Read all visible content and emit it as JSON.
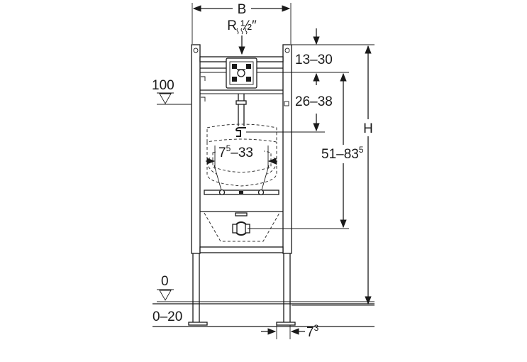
{
  "dimensions": {
    "width_label": "B",
    "height_label": "H",
    "connection_label": "R ½″",
    "top_offset": "13–30",
    "inlet_offset": "26–38",
    "drain_height_main": "51–83",
    "drain_height_sup": "5",
    "spacing_main": "7",
    "spacing_sup": "5",
    "spacing_rest": "–33",
    "level_100": "100",
    "level_0": "0",
    "floor_range": "0–20",
    "foot_offset_main": "7",
    "foot_offset_sup": "3"
  },
  "colors": {
    "line": "#1a1a1a",
    "background": "#ffffff"
  },
  "icons": {
    "level_marker": "triangle-down-icon",
    "water_supply": "wave-arrow-icon"
  }
}
